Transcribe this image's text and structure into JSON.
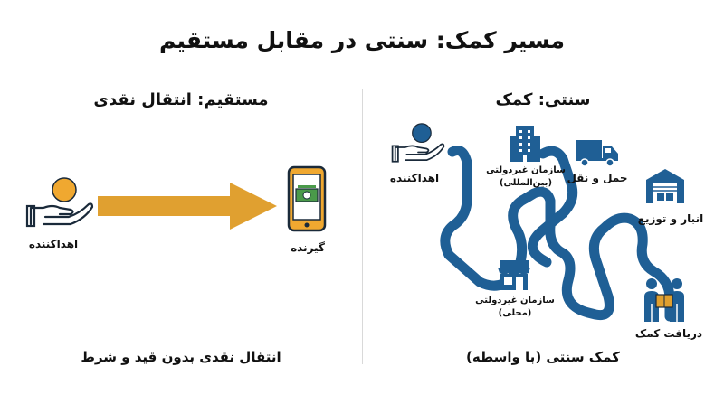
{
  "title": "مسیر کمک: سنتی در مقابل مستقیم",
  "direct": {
    "heading": "مستقیم: انتقال نقدی",
    "donor_label": "اهداکننده",
    "recipient_label": "گیرنده",
    "footer": "انتقال نقدی بدون قید و شرط"
  },
  "traditional": {
    "heading": "سنتی: کمک",
    "donor_label": "اهداکننده",
    "intl_ngo_label_1": "سازمان غیردولتی",
    "intl_ngo_label_2": "(بین‌المللی)",
    "transport_label": "حمل و نقل",
    "warehouse_label": "انبار و توزیع",
    "local_ngo_label_1": "سازمان غیردولتی",
    "local_ngo_label_2": "(محلی)",
    "receive_label": "دریافت کمک",
    "footer": "کمک سنتی (با واسطه)"
  },
  "colors": {
    "arrow": "#e0a030",
    "path": "#1f5f95",
    "coin": "#f0a830",
    "icon_dark": "#1a2a3a",
    "phone": "#f0a830",
    "bill": "#4a9a4a"
  }
}
